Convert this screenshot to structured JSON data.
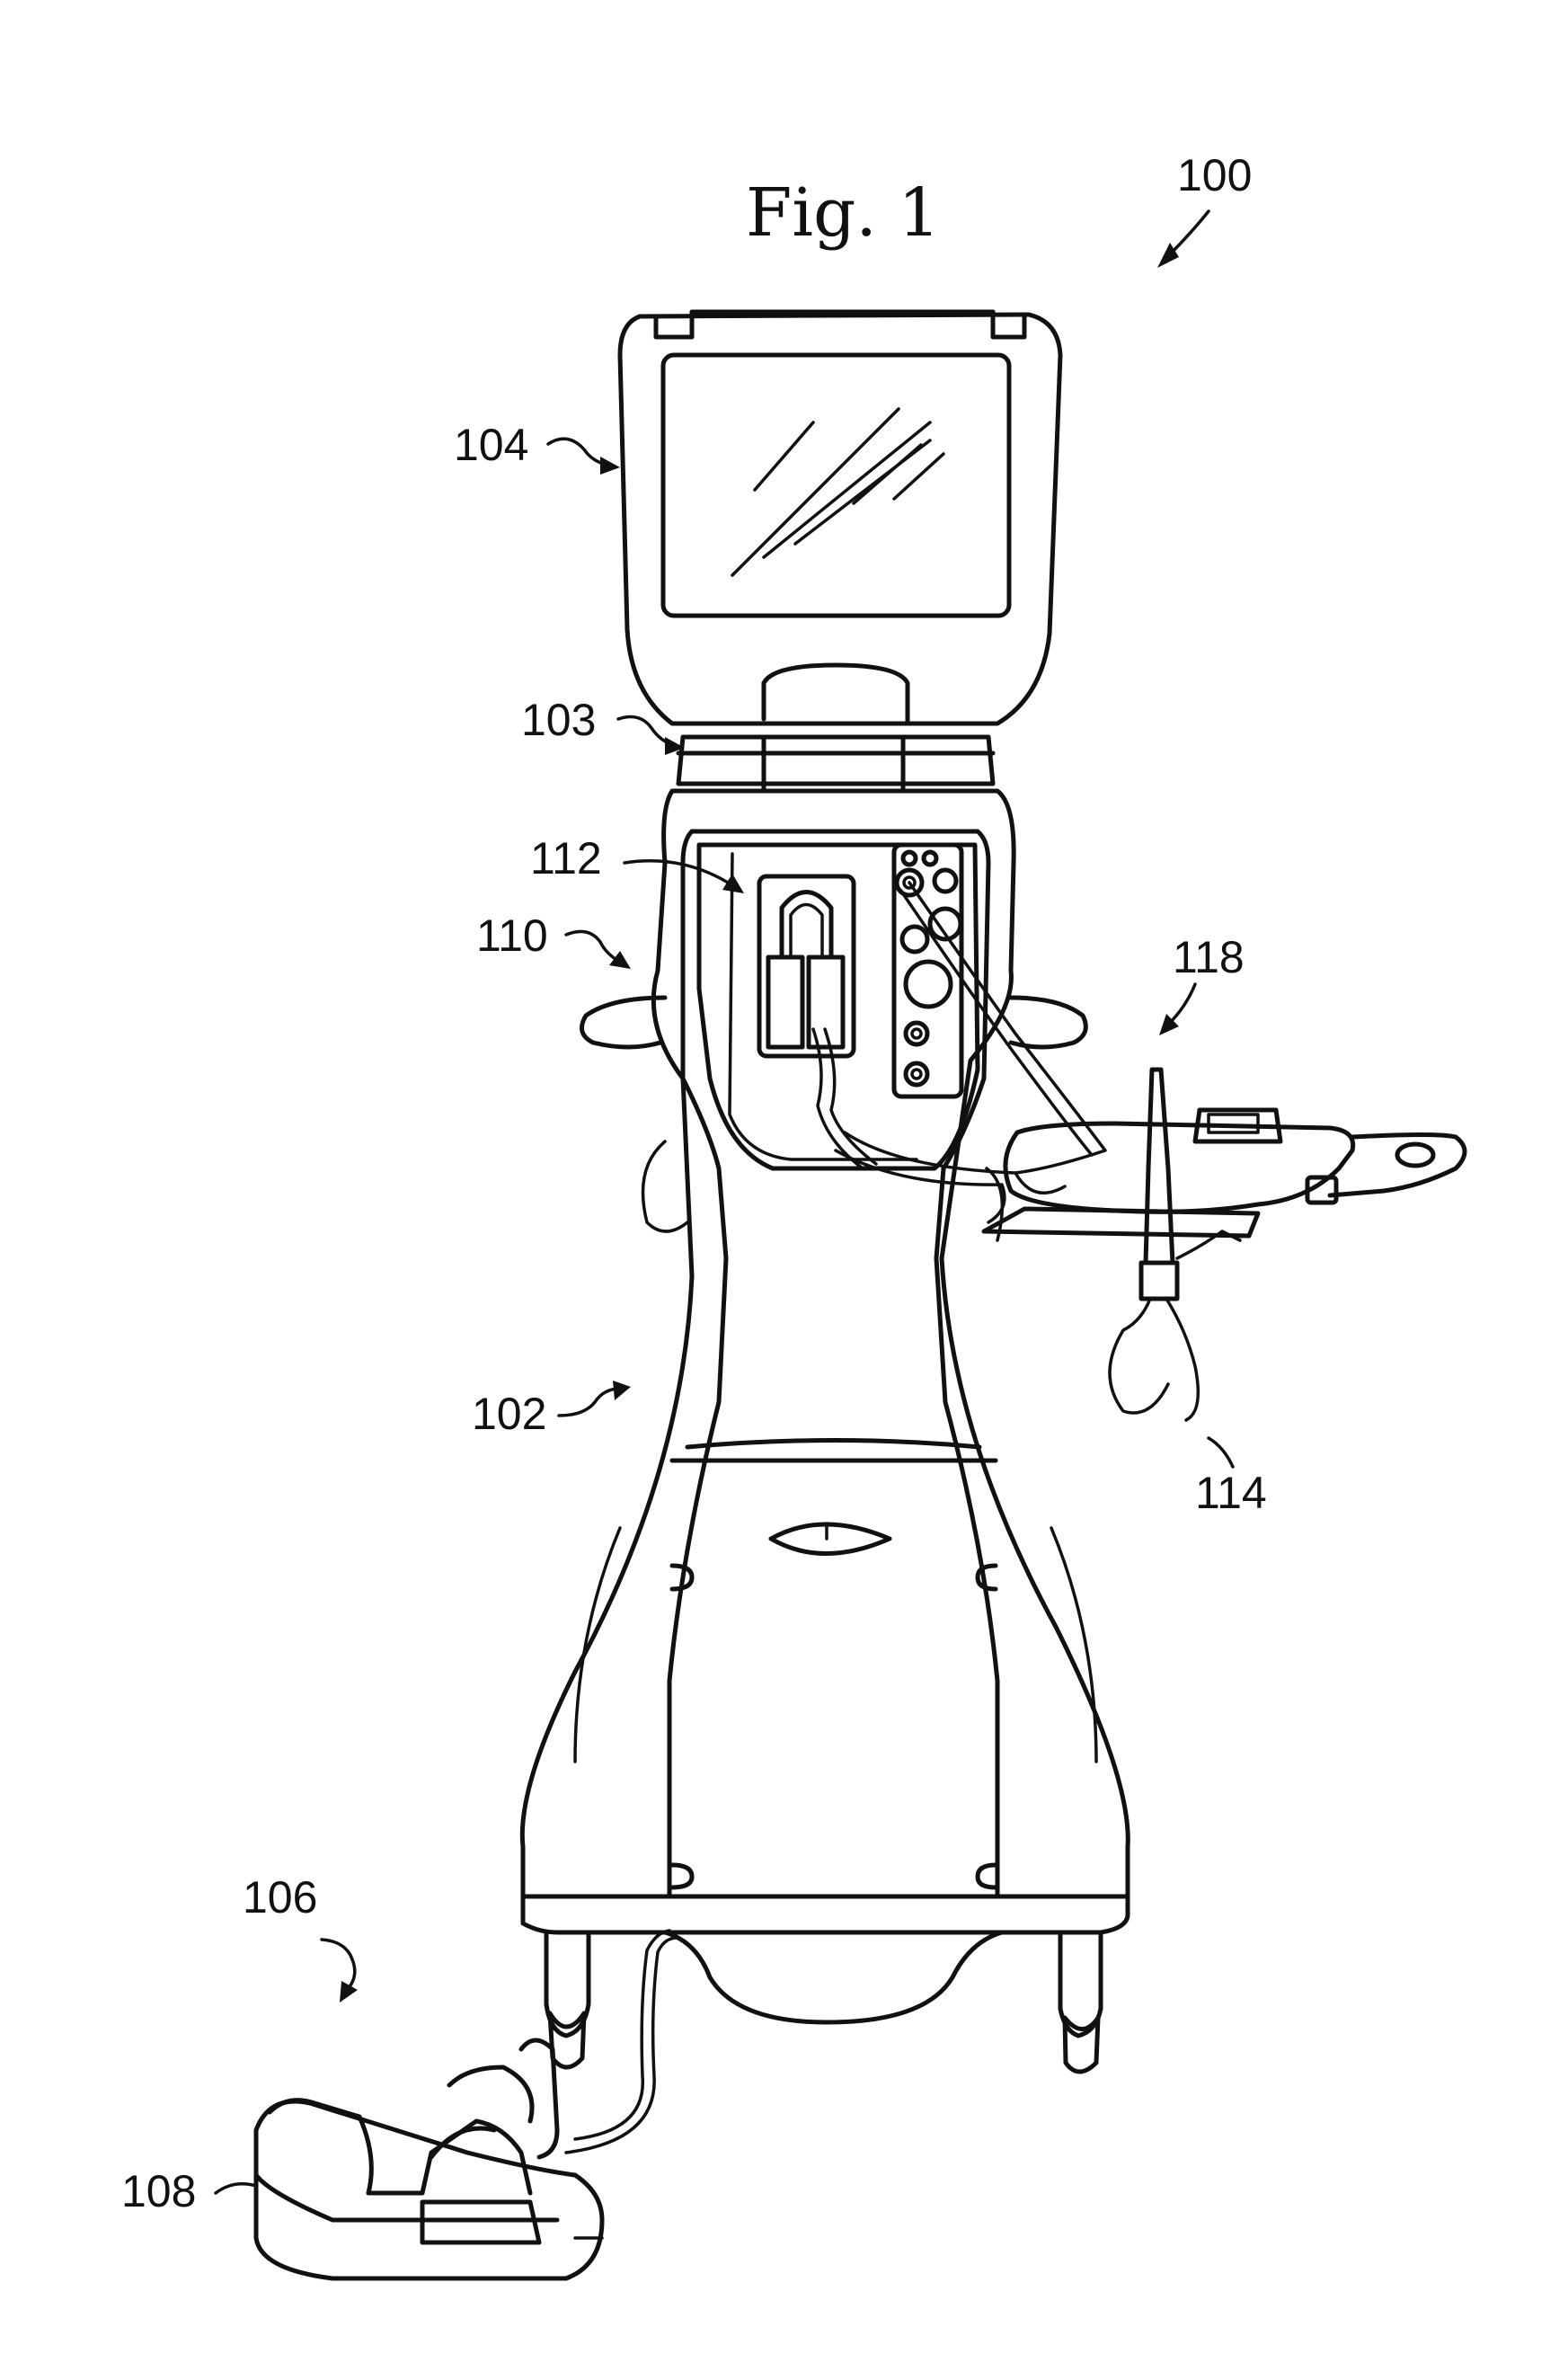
{
  "figure": {
    "title": "Fig. 1",
    "labels": {
      "system": "100",
      "console": "102",
      "coupling": "103",
      "monitor": "104",
      "foot_pedal": "106",
      "pedal_housing": "108",
      "handle": "110",
      "cassette": "112",
      "handpiece_tubing": "114",
      "handpiece": "118"
    }
  }
}
